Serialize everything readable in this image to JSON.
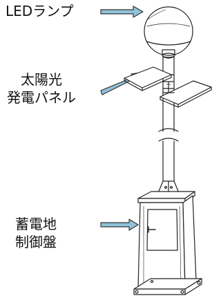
{
  "labels": {
    "led_lamp": "LEDランプ",
    "solar_panel_line1": "太陽光",
    "solar_panel_line2": "発電パネル",
    "battery_controller_line1": "蓄電地",
    "battery_controller_line2": "制御盤"
  },
  "colors": {
    "line": "#222222",
    "arrow_fill": "#8fc3d9",
    "arrow_stroke": "#333333",
    "background": "#ffffff",
    "cabinet_fill": "#ffffff",
    "globe_fill": "#ffffff"
  }
}
